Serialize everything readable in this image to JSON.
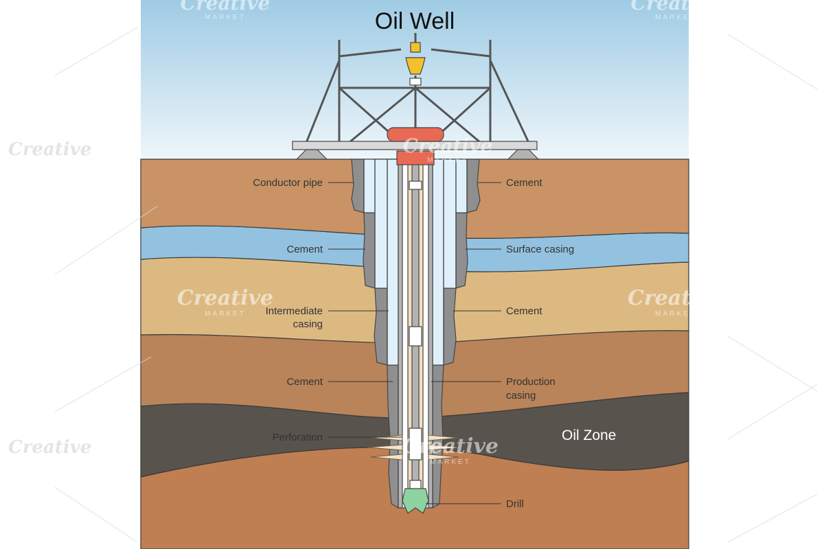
{
  "title": "Oil Well",
  "labels": {
    "conductor_pipe": "Conductor pipe",
    "cement_top_right": "Cement",
    "cement_surface_left": "Cement",
    "surface_casing": "Surface casing",
    "intermediate_casing_1": "Intermediate",
    "intermediate_casing_2": "casing",
    "cement_intermediate_right": "Cement",
    "cement_production_left": "Cement",
    "production_casing_1": "Production",
    "production_casing_2": "casing",
    "perforation": "Perforation",
    "oil_zone": "Oil Zone",
    "drill": "Drill"
  },
  "watermark": {
    "brand": "Creative",
    "sub": "MARKET"
  },
  "colors": {
    "sky_top": "#9fcbe4",
    "sky_bottom": "#eef6fb",
    "topsoil": "#c99366",
    "aquifer": "#93c2e0",
    "sand": "#ddb982",
    "clay": "#b9845a",
    "oil_zone": "#58534c",
    "bottom_soil": "#bf7f52",
    "steel": "#b3b3b3",
    "cement": "#8f8f8f",
    "casing_inner": "#dff0fa",
    "drill_pipe": "#f1dfc0",
    "blowout_preventer": "#e86a55",
    "swivel": "#f2c12e",
    "drill_bit": "#8fd3a0"
  }
}
